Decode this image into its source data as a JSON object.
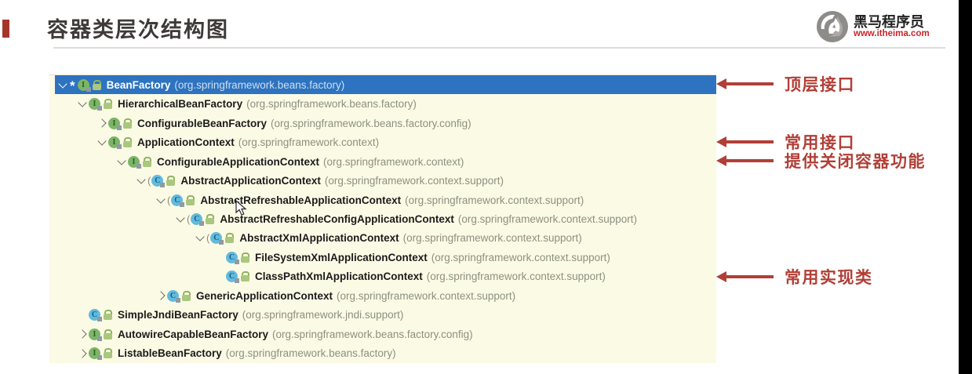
{
  "header": {
    "title": "容器类层次结构图",
    "logo": {
      "brand": "黑马程序员",
      "site": "www.itheima.com",
      "icon": "horse-logo"
    }
  },
  "colors": {
    "accent": "#a5352c",
    "tree_background": "#fbfae5",
    "selection": "#2d73bf",
    "annotation": "#b13f37"
  },
  "tree": {
    "rows": [
      {
        "name": "BeanFactory",
        "pkg": "(org.springframework.beans.factory)",
        "kind": "interface",
        "level": 0,
        "state": "expanded",
        "selected": true,
        "marker": "*"
      },
      {
        "name": "HierarchicalBeanFactory",
        "pkg": "(org.springframework.beans.factory)",
        "kind": "interface",
        "level": 1,
        "state": "expanded"
      },
      {
        "name": "ConfigurableBeanFactory",
        "pkg": "(org.springframework.beans.factory.config)",
        "kind": "interface",
        "level": 2,
        "state": "collapsed"
      },
      {
        "name": "ApplicationContext",
        "pkg": "(org.springframework.context)",
        "kind": "interface",
        "level": 2,
        "state": "expanded"
      },
      {
        "name": "ConfigurableApplicationContext",
        "pkg": "(org.springframework.context)",
        "kind": "interface",
        "level": 3,
        "state": "expanded"
      },
      {
        "name": "AbstractApplicationContext",
        "pkg": "(org.springframework.context.support)",
        "kind": "abstract",
        "level": 4,
        "state": "expanded"
      },
      {
        "name": "AbstractRefreshableApplicationContext",
        "pkg": "(org.springframework.context.support)",
        "kind": "abstract",
        "level": 5,
        "state": "expanded"
      },
      {
        "name": "AbstractRefreshableConfigApplicationContext",
        "pkg": "(org.springframework.context.support)",
        "kind": "abstract",
        "level": 6,
        "state": "expanded"
      },
      {
        "name": "AbstractXmlApplicationContext",
        "pkg": "(org.springframework.context.support)",
        "kind": "abstract",
        "level": 7,
        "state": "expanded"
      },
      {
        "name": "FileSystemXmlApplicationContext",
        "pkg": "(org.springframework.context.support)",
        "kind": "class",
        "level": 8,
        "state": "leaf"
      },
      {
        "name": "ClassPathXmlApplicationContext",
        "pkg": "(org.springframework.context.support)",
        "kind": "class",
        "level": 8,
        "state": "leaf"
      },
      {
        "name": "GenericApplicationContext",
        "pkg": "(org.springframework.context.support)",
        "kind": "class",
        "level": 5,
        "state": "collapsed"
      },
      {
        "name": "SimpleJndiBeanFactory",
        "pkg": "(org.springframework.jndi.support)",
        "kind": "class",
        "level": 1,
        "state": "leaf"
      },
      {
        "name": "AutowireCapableBeanFactory",
        "pkg": "(org.springframework.beans.factory.config)",
        "kind": "interface",
        "level": 1,
        "state": "collapsed"
      },
      {
        "name": "ListableBeanFactory",
        "pkg": "(org.springframework.beans.factory)",
        "kind": "interface",
        "level": 1,
        "state": "collapsed"
      }
    ]
  },
  "annotations": [
    {
      "label": "顶层接口",
      "row": 0
    },
    {
      "label": "常用接口",
      "row": 3
    },
    {
      "label": "提供关闭容器功能",
      "row": 4
    },
    {
      "label": "常用实现类",
      "row": 10
    }
  ]
}
